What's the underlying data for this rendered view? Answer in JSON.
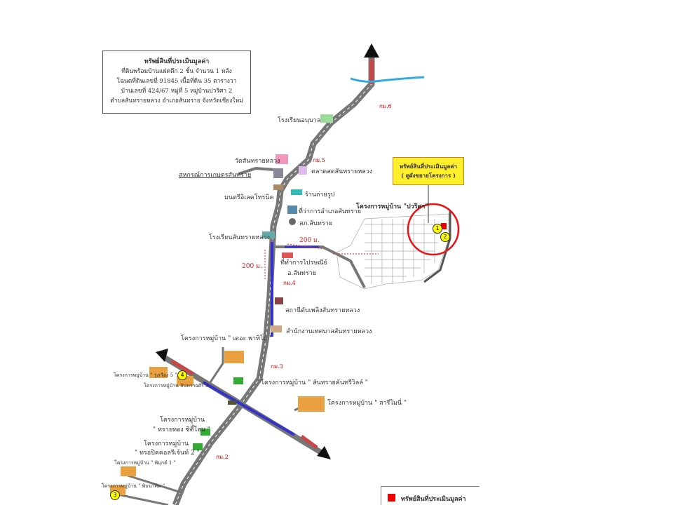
{
  "info_box": {
    "title": "ทรัพย์สินที่ประเมินมูลค่า",
    "lines": [
      "ที่ดินพร้อมบ้านแฝดตึก 2 ชั้น  จำนวน 1 หลัง",
      "โฉนดที่ดินเลขที่ 91845 เนื้อที่ดิน 35 ตารางวา",
      "บ้านเลขที่ 424/67  หมู่ที่  5  หมู่บ้านปวริศา 2",
      "ตำบลสันทรายหลวง  อำเภอสันทราย  จังหวัดเชียงใหม่"
    ]
  },
  "callout": {
    "line1": "ทรัพย์สินที่ประเมินมูลค่า",
    "line2": "( ดูผังขยายโครงการ )"
  },
  "legend": {
    "label": "ทรัพย์สินที่ประเมินมูลค่า",
    "color": "#e00000"
  },
  "landmarks": {
    "kindergarten": "โรงเรียนอนุบาล",
    "temple": "วัดสันทรายหลวง",
    "coop": "สหกรณ์การเกษตรสันทราย",
    "market": "ตลาดสดสันทรายหลวง",
    "electronics": "มนตรีอิเลคโทรนิค",
    "photo": "ร้านถ่ายรูป",
    "district_office": "ที่ว่าการอำเภอสันทราย",
    "police": "สภ.สันทราย",
    "school": "โรงเรียนสันทรายหลวง",
    "post1": "ที่ทำการไปรษณีย์",
    "post2": "อ.สันทราย",
    "fire": "สถานีดับเพลิงสันทรายหลวง",
    "municipal": "สำนักงานเทศบาลสันทรายหลวง"
  },
  "distances": {
    "d1": "200 ม.",
    "d2": "200 ม."
  },
  "km": {
    "k6": "กม.6",
    "k5": "กม.5",
    "k4": "กม.4",
    "k3": "กม.3",
    "k2": "กม.2"
  },
  "villages": {
    "pawarisa": "โครงการหมู่บ้าน \"ปวริศา\"",
    "patio": "โครงการหมู่บ้าน \" เดอะ พาทิโอ \"",
    "rungrueang": "โครงการหมู่บ้าน \" รุ่งเรือง 5 \"",
    "sansaisiri": "โครงการหมู่บ้าน สันทรายศิริ 3",
    "country": "โครงการหมู่บ้าน \" สันทรายคันทรีวิลล์ \"",
    "sarimani": "โครงการหมู่บ้าน \" สารีไมนี่ \"",
    "saithong_a": "โครงการหมู่บ้าน",
    "saithong_b": "\" ทรายทอง ซิตี้โฮม \"",
    "tropical_a": "โครงการหมู่บ้าน",
    "tropical_b": "\" ทรอปิคคอลรีเจ้นท์ 2 \"",
    "pimuk": "โครงการหมู่บ้าน \" พิมุกต์ 1 \"",
    "pimnakid": "โครงการหมู่บ้าน \" พิมนาคิด \""
  },
  "markers": [
    "1",
    "2",
    "3",
    "4"
  ]
}
